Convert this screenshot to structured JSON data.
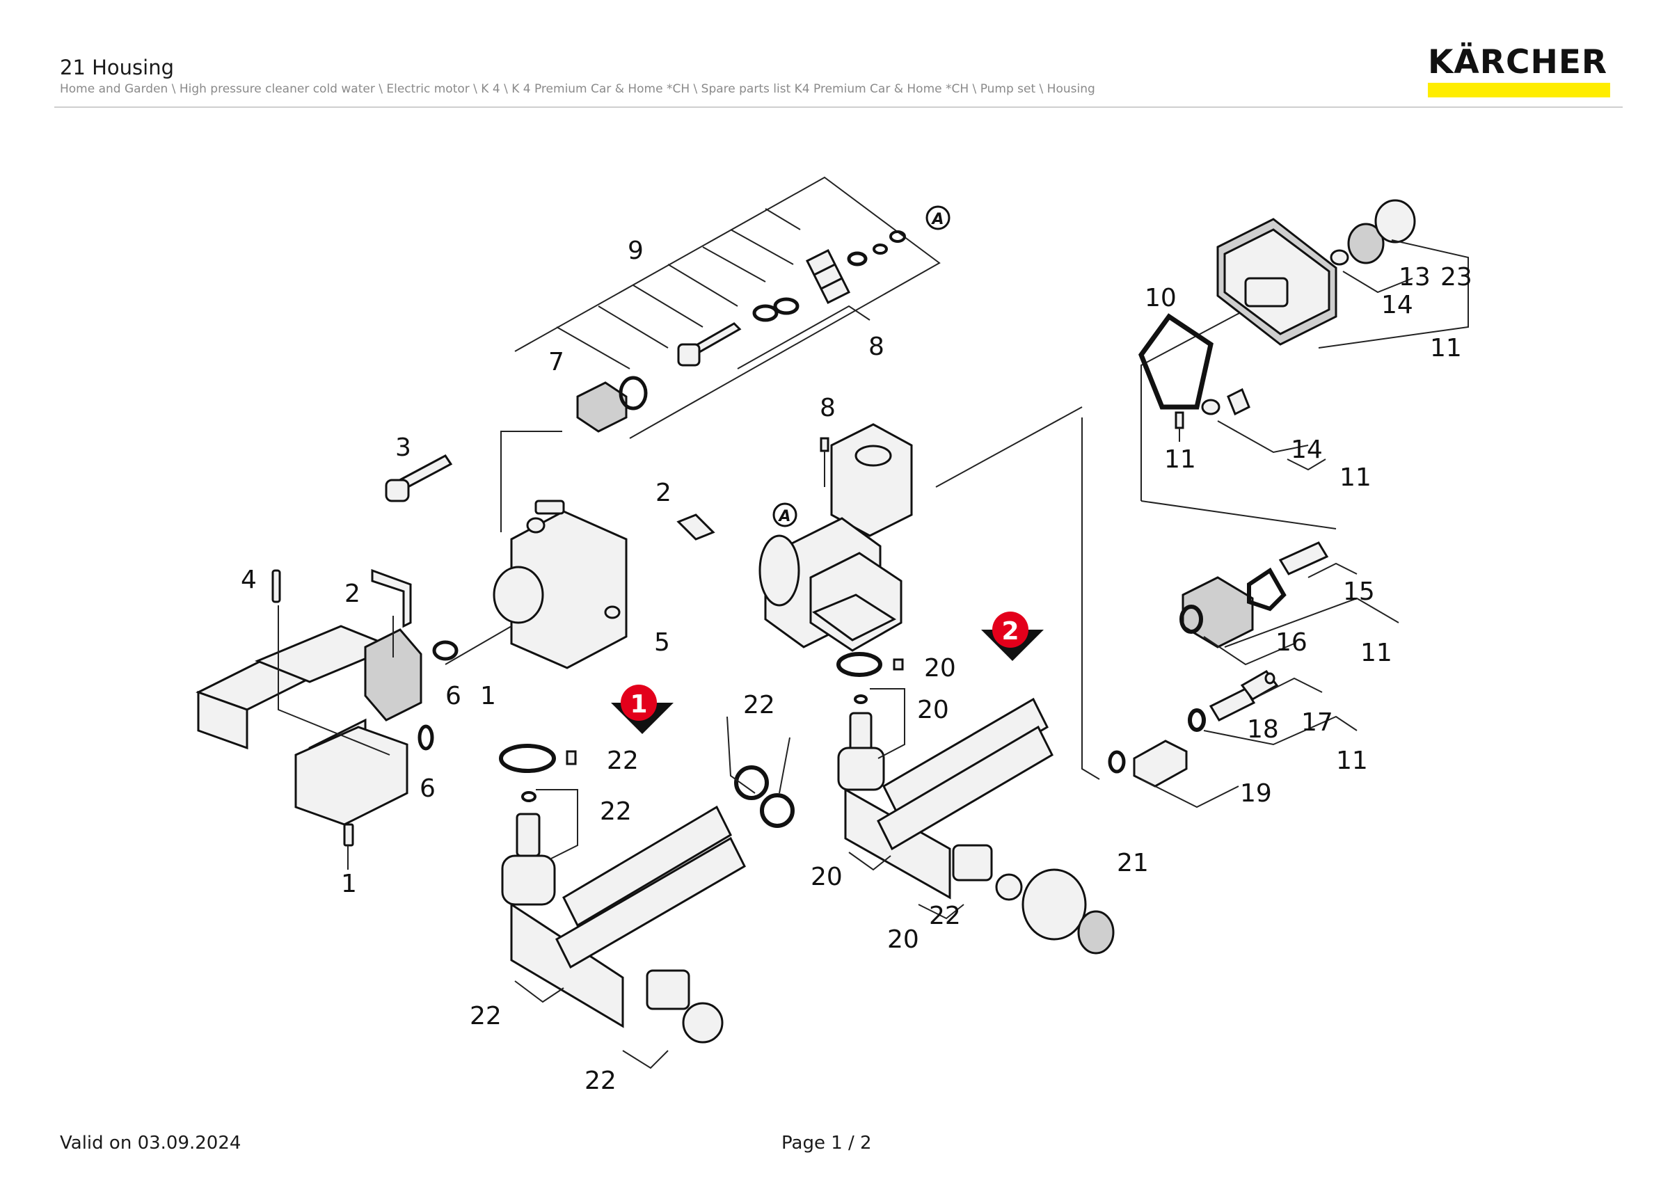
{
  "header": {
    "title": "21 Housing",
    "breadcrumb": "Home and Garden \\ High pressure cleaner cold water \\ Electric motor \\ K 4 \\ K 4 Premium Car & Home *CH \\ Spare parts list K4 Premium Car & Home *CH \\ Pump set \\ Housing"
  },
  "logo": {
    "text": "KÄRCHER",
    "bar_color": "#ffed00"
  },
  "diagram": {
    "callouts": [
      "1",
      "2",
      "3",
      "4",
      "5",
      "6",
      "7",
      "8",
      "9",
      "10",
      "11",
      "13",
      "14",
      "15",
      "16",
      "17",
      "18",
      "19",
      "20",
      "21",
      "22",
      "23"
    ],
    "markers": [
      "A",
      "A"
    ],
    "badges": [
      "1",
      "2"
    ],
    "badge_color": "#e3001b"
  },
  "footer": {
    "valid": "Valid on 03.09.2024",
    "page": "Page 1 / 2"
  }
}
